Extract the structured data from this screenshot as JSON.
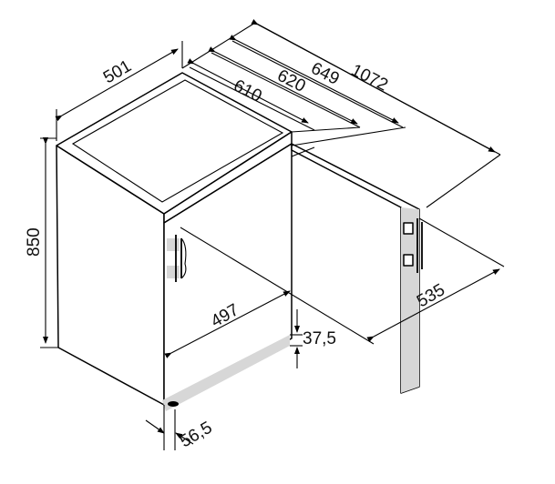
{
  "dimensions": {
    "width_top": "501",
    "depth_610": "610",
    "depth_620": "620",
    "depth_649": "649",
    "depth_door_open": "1072",
    "height": "850",
    "inner_width": "497",
    "door_width_open": "535",
    "feet_height": "37,5",
    "door_offset": "56,5"
  },
  "colors": {
    "line": "#000000",
    "shade": "#d7d7d7",
    "background": "#ffffff"
  }
}
